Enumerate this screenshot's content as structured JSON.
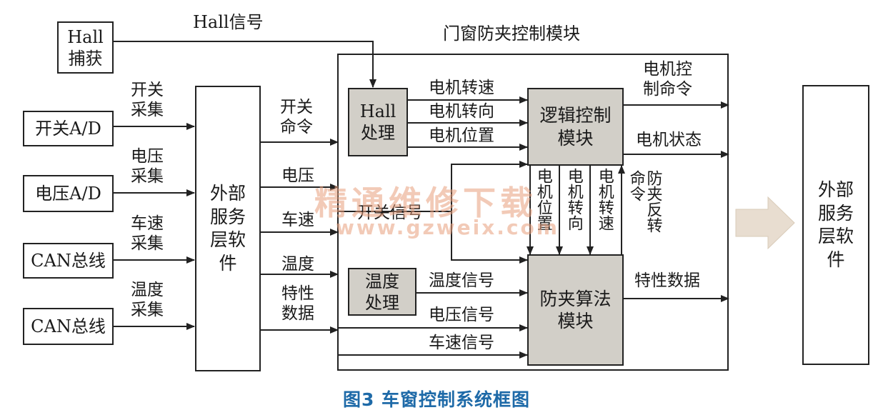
{
  "title": "门窗防夹控制模块",
  "caption": "图3 车窗控制系统框图",
  "watermark": {
    "line1": "精通维修下载",
    "line2": "www.gzweix.com"
  },
  "boxes": {
    "hall_capture": "Hall\n捕获",
    "switch_ad": "开关A/D",
    "voltage_ad": "电压A/D",
    "can_bus_1": "CAN总线",
    "can_bus_2": "CAN总线",
    "ext_service_left": "外部\n服务\n层软\n件",
    "hall_processing": "Hall\n处理",
    "temp_processing": "温度\n处理",
    "logic_control": "逻辑控制\n模块",
    "anti_pinch_algo": "防夹算法\n模块",
    "ext_service_right": "外部\n服务\n层软\n件"
  },
  "labels": {
    "hall_signal": "Hall信号",
    "switch_collect": "开关\n采集",
    "voltage_collect": "电压\n采集",
    "speed_collect": "车速\n采集",
    "temp_collect": "温度\n采集",
    "switch_cmd": "开关\n命令",
    "voltage": "电压",
    "speed": "车速",
    "temperature": "温度",
    "char_data_in": "特性\n数据",
    "motor_speed": "电机转速",
    "motor_direction": "电机转向",
    "motor_position": "电机位置",
    "switch_signal": "开关信号",
    "temp_signal": "温度信号",
    "voltage_signal": "电压信号",
    "speed_signal": "车速信号",
    "motor_ctrl_cmd": "电机控\n制命令",
    "motor_status": "电机状态",
    "char_data_out": "特性数据",
    "v_motor_position": "电机位置",
    "v_motor_direction": "电机转向",
    "v_motor_speed": "电机转速",
    "v_anti_pinch_cmd": "防夹反转命令"
  }
}
